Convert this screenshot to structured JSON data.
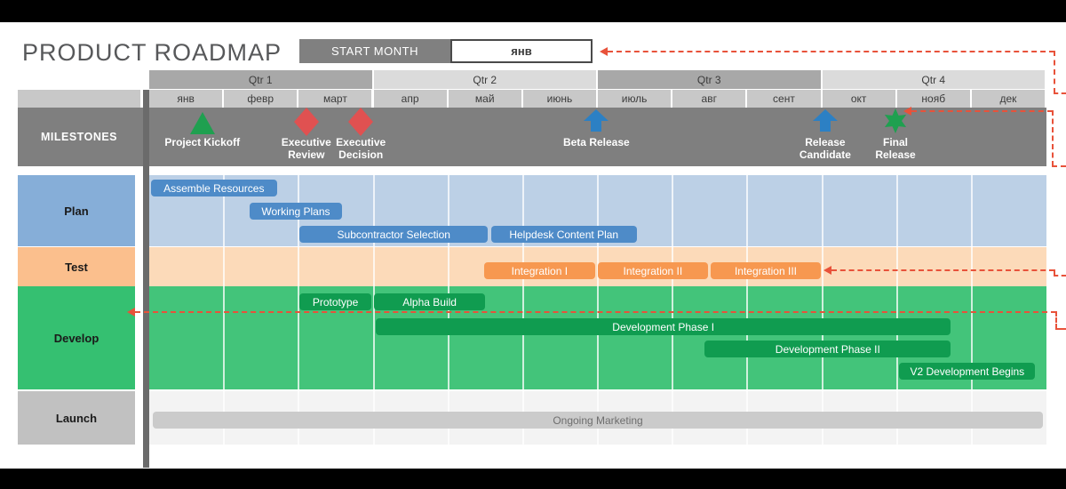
{
  "page": {
    "title": "PRODUCT ROADMAP"
  },
  "start_month": {
    "label": "START MONTH",
    "value": "янв"
  },
  "milestones_row_label": "MILESTONES",
  "colors": {
    "annotation": "#e8523a",
    "milestone_band": "#7f7f7f",
    "quarter_dark": "#a8a8a8",
    "quarter_light": "#dbdbdb",
    "month_cell": "#c8c8c8"
  },
  "chart_data": {
    "type": "bar",
    "subtype": "gantt-roadmap",
    "title": "PRODUCT ROADMAP",
    "x_axis_months": [
      "янв",
      "февр",
      "март",
      "апр",
      "май",
      "июнь",
      "июль",
      "авг",
      "сент",
      "окт",
      "нояб",
      "дек"
    ],
    "quarters": [
      {
        "label": "Qtr 1",
        "shade": "dark"
      },
      {
        "label": "Qtr 2",
        "shade": "light"
      },
      {
        "label": "Qtr 3",
        "shade": "dark"
      },
      {
        "label": "Qtr 4",
        "shade": "light"
      }
    ],
    "milestones": [
      {
        "label_lines": [
          "Project Kickoff"
        ],
        "marker": "triangle",
        "color": "#1fa050",
        "month": 0.71
      },
      {
        "label_lines": [
          "Executive",
          "Review"
        ],
        "marker": "diamond",
        "color": "#e05151",
        "month": 2.1
      },
      {
        "label_lines": [
          "Executive",
          "Decision"
        ],
        "marker": "diamond",
        "color": "#e05151",
        "month": 2.83
      },
      {
        "label_lines": [
          "Beta Release"
        ],
        "marker": "arrow-up",
        "color": "#2c80c4",
        "month": 5.98
      },
      {
        "label_lines": [
          "Release",
          "Candidate"
        ],
        "marker": "arrow-up",
        "color": "#2c80c4",
        "month": 9.04
      },
      {
        "label_lines": [
          "Final",
          "Release"
        ],
        "marker": "star",
        "color": "#1fa050",
        "month": 9.98
      }
    ],
    "rows": [
      {
        "label": "Plan",
        "label_bg": "#86aed8",
        "band_bg": "#bcd0e6",
        "bar_bg": "#4e8bc8",
        "bar_text": "#ffffff",
        "bars": [
          {
            "label": "Assemble  Resources",
            "start": 0.02,
            "end": 1.71,
            "line": 0
          },
          {
            "label": "Working Plans",
            "start": 1.34,
            "end": 2.58,
            "line": 1
          },
          {
            "label": "Subcontractor Selection",
            "start": 2.01,
            "end": 4.53,
            "line": 2
          },
          {
            "label": "Helpdesk Content Plan",
            "start": 4.57,
            "end": 6.52,
            "line": 2
          }
        ]
      },
      {
        "label": "Test",
        "label_bg": "#fbbf8d",
        "band_bg": "#fcdab9",
        "bar_bg": "#f79850",
        "bar_text": "#ffffff",
        "bars": [
          {
            "label": "Integration I",
            "start": 4.48,
            "end": 5.96,
            "line": 0
          },
          {
            "label": "Integration II",
            "start": 6.0,
            "end": 7.47,
            "line": 0
          },
          {
            "label": "Integration III",
            "start": 7.51,
            "end": 8.98,
            "line": 0
          }
        ]
      },
      {
        "label": "Develop",
        "label_bg": "#35c071",
        "band_bg": "#43c47a",
        "bar_bg": "#109c50",
        "bar_text": "#ffffff",
        "bars": [
          {
            "label": "Prototype",
            "start": 2.01,
            "end": 2.97,
            "line": 0
          },
          {
            "label": "Alpha Build",
            "start": 3.01,
            "end": 4.49,
            "line": 0
          },
          {
            "label": "Development Phase I",
            "start": 3.03,
            "end": 10.72,
            "line": 1
          },
          {
            "label": "Development Phase II",
            "start": 7.43,
            "end": 10.72,
            "line": 2
          },
          {
            "label": "V2 Development Begins",
            "start": 10.03,
            "end": 11.85,
            "line": 3
          }
        ]
      },
      {
        "label": "Launch",
        "label_bg": "#c1c1c1",
        "band_bg": "#f3f3f3",
        "bar_bg": "#cbcbcb",
        "bar_text": "#6e6e6e",
        "bars": [
          {
            "label": "Ongoing Marketing",
            "start": 0.05,
            "end": 11.95,
            "line": 0
          }
        ]
      }
    ]
  }
}
